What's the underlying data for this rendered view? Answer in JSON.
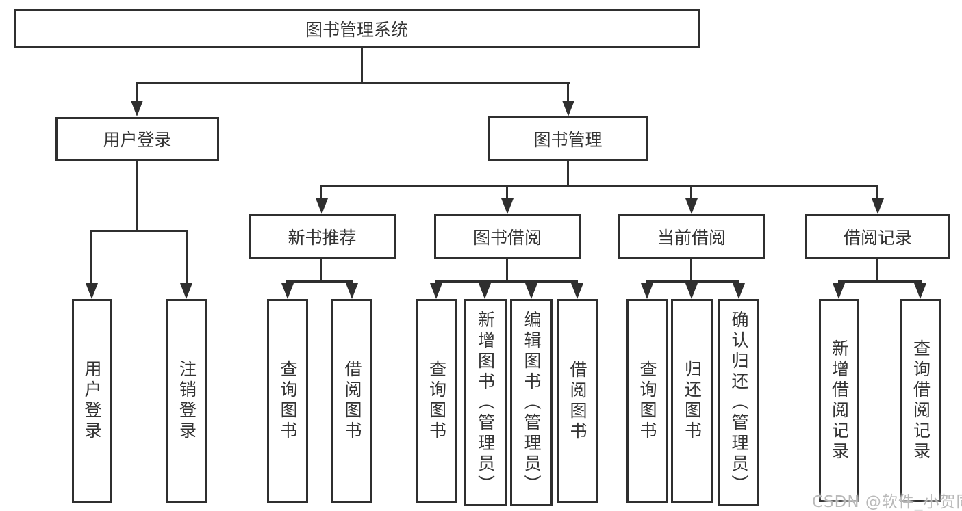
{
  "diagram": {
    "root": {
      "label": "图书管理系统"
    },
    "branches": [
      {
        "label": "用户登录",
        "children": [
          {
            "label": "用户登录"
          },
          {
            "label": "注销登录"
          }
        ]
      },
      {
        "label": "图书管理",
        "children": [
          {
            "label": "新书推荐",
            "children": [
              {
                "label": "查询图书"
              },
              {
                "label": "借阅图书"
              }
            ]
          },
          {
            "label": "图书借阅",
            "children": [
              {
                "label": "查询图书"
              },
              {
                "label": "新增图书（管理员）"
              },
              {
                "label": "编辑图书（管理员）"
              },
              {
                "label": "借阅图书"
              }
            ]
          },
          {
            "label": "当前借阅",
            "children": [
              {
                "label": "查询图书"
              },
              {
                "label": "归还图书"
              },
              {
                "label": "确认归还（管理员）"
              }
            ]
          },
          {
            "label": "借阅记录",
            "children": [
              {
                "label": "新增借阅记录"
              },
              {
                "label": "查询借阅记录"
              }
            ]
          }
        ]
      }
    ]
  },
  "watermark": "CSDN @软件_小贺同学",
  "colors": {
    "line": "#2f2f2f",
    "text": "#333333",
    "background": "#ffffff",
    "watermark": "#b9b9b9"
  }
}
